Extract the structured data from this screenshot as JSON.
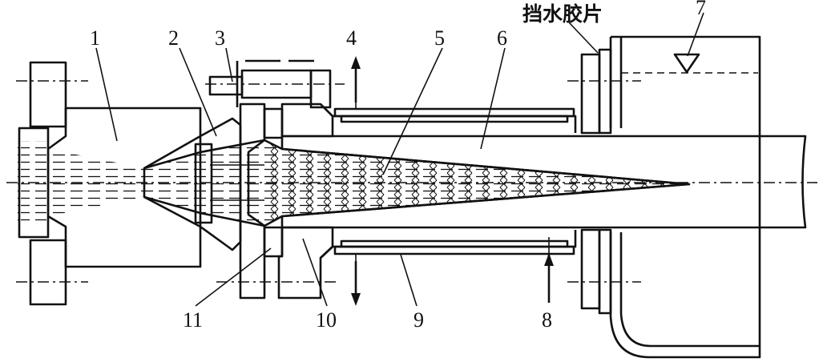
{
  "figure": {
    "water_baffle_label": "挡水胶片",
    "part_labels": [
      {
        "id": "p1",
        "text": "1"
      },
      {
        "id": "p2",
        "text": "2"
      },
      {
        "id": "p3",
        "text": "3"
      },
      {
        "id": "p4",
        "text": "4"
      },
      {
        "id": "p5",
        "text": "5"
      },
      {
        "id": "p6",
        "text": "6"
      },
      {
        "id": "p7",
        "text": "7"
      },
      {
        "id": "p8",
        "text": "8"
      },
      {
        "id": "p9",
        "text": "9"
      },
      {
        "id": "p10",
        "text": "10"
      },
      {
        "id": "p11",
        "text": "11"
      }
    ]
  }
}
